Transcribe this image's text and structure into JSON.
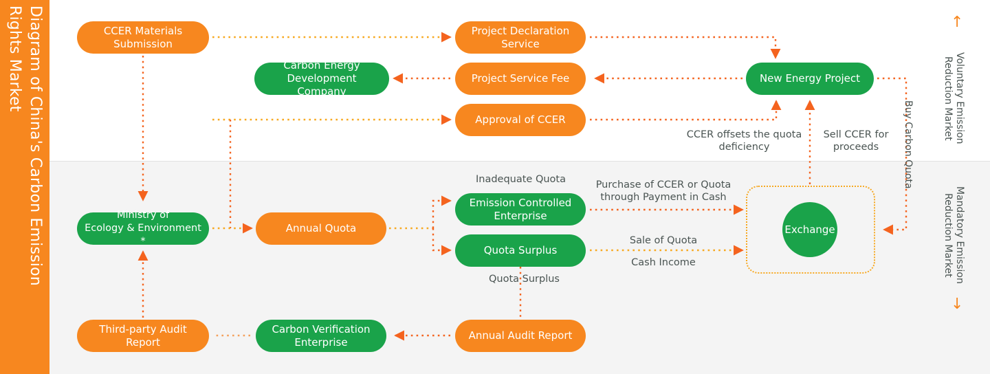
{
  "title_bar": {
    "text": "Diagram of China's Carbon Emission\nRights Market"
  },
  "colors": {
    "orange": "#f7871f",
    "green": "#1aa34a",
    "amber_dotted": "#f7a81f",
    "label_text": "#4a5452",
    "band_bottom": "#f4f4f4",
    "band_top": "#ffffff"
  },
  "markets": {
    "voluntary": {
      "label": "Voluntary Emission\nReduction Market",
      "arrow": "up-arrow-icon",
      "glyph": "↑"
    },
    "mandatory": {
      "label": "Mandatory Emission\nReduction Market",
      "arrow": "down-arrow-icon",
      "glyph": "↓"
    }
  },
  "nodes": {
    "ccer_materials_submission": "CCER Materials\nSubmission",
    "project_declaration_service": "Project Declaration\nService",
    "carbon_energy_development_company": "Carbon Energy\nDevelopment Company",
    "project_service_fee": "Project Service Fee",
    "approval_of_ccer": "Approval of CCER",
    "new_energy_project": "New Energy Project",
    "ministry_of_ecology": "Ministry of\nEcology & Environment *",
    "annual_quota": "Annual Quota",
    "emission_controlled_enterprise": "Emission Controlled\nEnterprise",
    "quota_surplus": "Quota Surplus",
    "exchange": "Exchange",
    "third_party_audit_report": "Third-party Audit\nReport",
    "carbon_verification_enterprise": "Carbon Verification\nEnterprise",
    "annual_audit_report": "Annual Audit Report"
  },
  "edge_labels": {
    "ccer_offsets": "CCER offsets the quota\ndeficiency",
    "sell_ccer": "Sell CCER for\nproceeds",
    "buy_carbon_quota": "Buy Carbon Quota",
    "inadequate_quota": "Inadequate Quota",
    "quota_surplus_lower": "Quota Surplus",
    "purchase_ccer_or_quota": "Purchase of CCER or Quota\nthrough Payment in Cash",
    "sale_of_quota": "Sale of Quota",
    "cash_income": "Cash Income"
  }
}
